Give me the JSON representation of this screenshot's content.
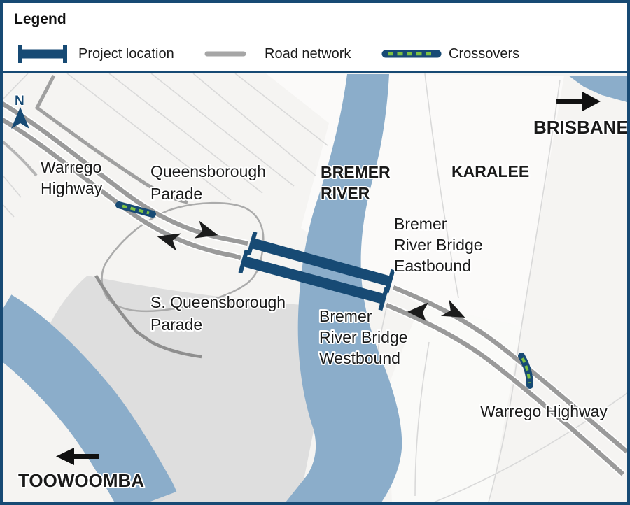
{
  "legend": {
    "title": "Legend",
    "items": [
      {
        "icon": "project-location-bar-icon",
        "label": "Project location"
      },
      {
        "icon": "road-network-line-icon",
        "label": "Road network"
      },
      {
        "icon": "crossovers-pill-icon",
        "label": "Crossovers"
      }
    ]
  },
  "map": {
    "labels": {
      "north": "N",
      "warrego_left": [
        "Warrego",
        "Highway"
      ],
      "queensborough": [
        "Queensborough",
        "Parade"
      ],
      "bremer_river": [
        "BREMER",
        "RIVER"
      ],
      "karalee": "KARALEE",
      "brisbane": "BRISBANE",
      "bridge_eastbound": [
        "Bremer",
        "River Bridge",
        "Eastbound"
      ],
      "s_queensborough": [
        "S. Queensborough",
        "Parade"
      ],
      "bridge_westbound": [
        "Bremer",
        "River Bridge",
        "Westbound"
      ],
      "warrego_right": "Warrego Highway",
      "toowoomba": "TOOWOOMBA"
    },
    "colors": {
      "navy": "#174a74",
      "road_gray": "#9a9a9a",
      "river_blue": "#8badca",
      "crossover_green": "#7dc242",
      "land_gray": "#dedede",
      "boundary_gray": "#d9d9d9"
    }
  }
}
